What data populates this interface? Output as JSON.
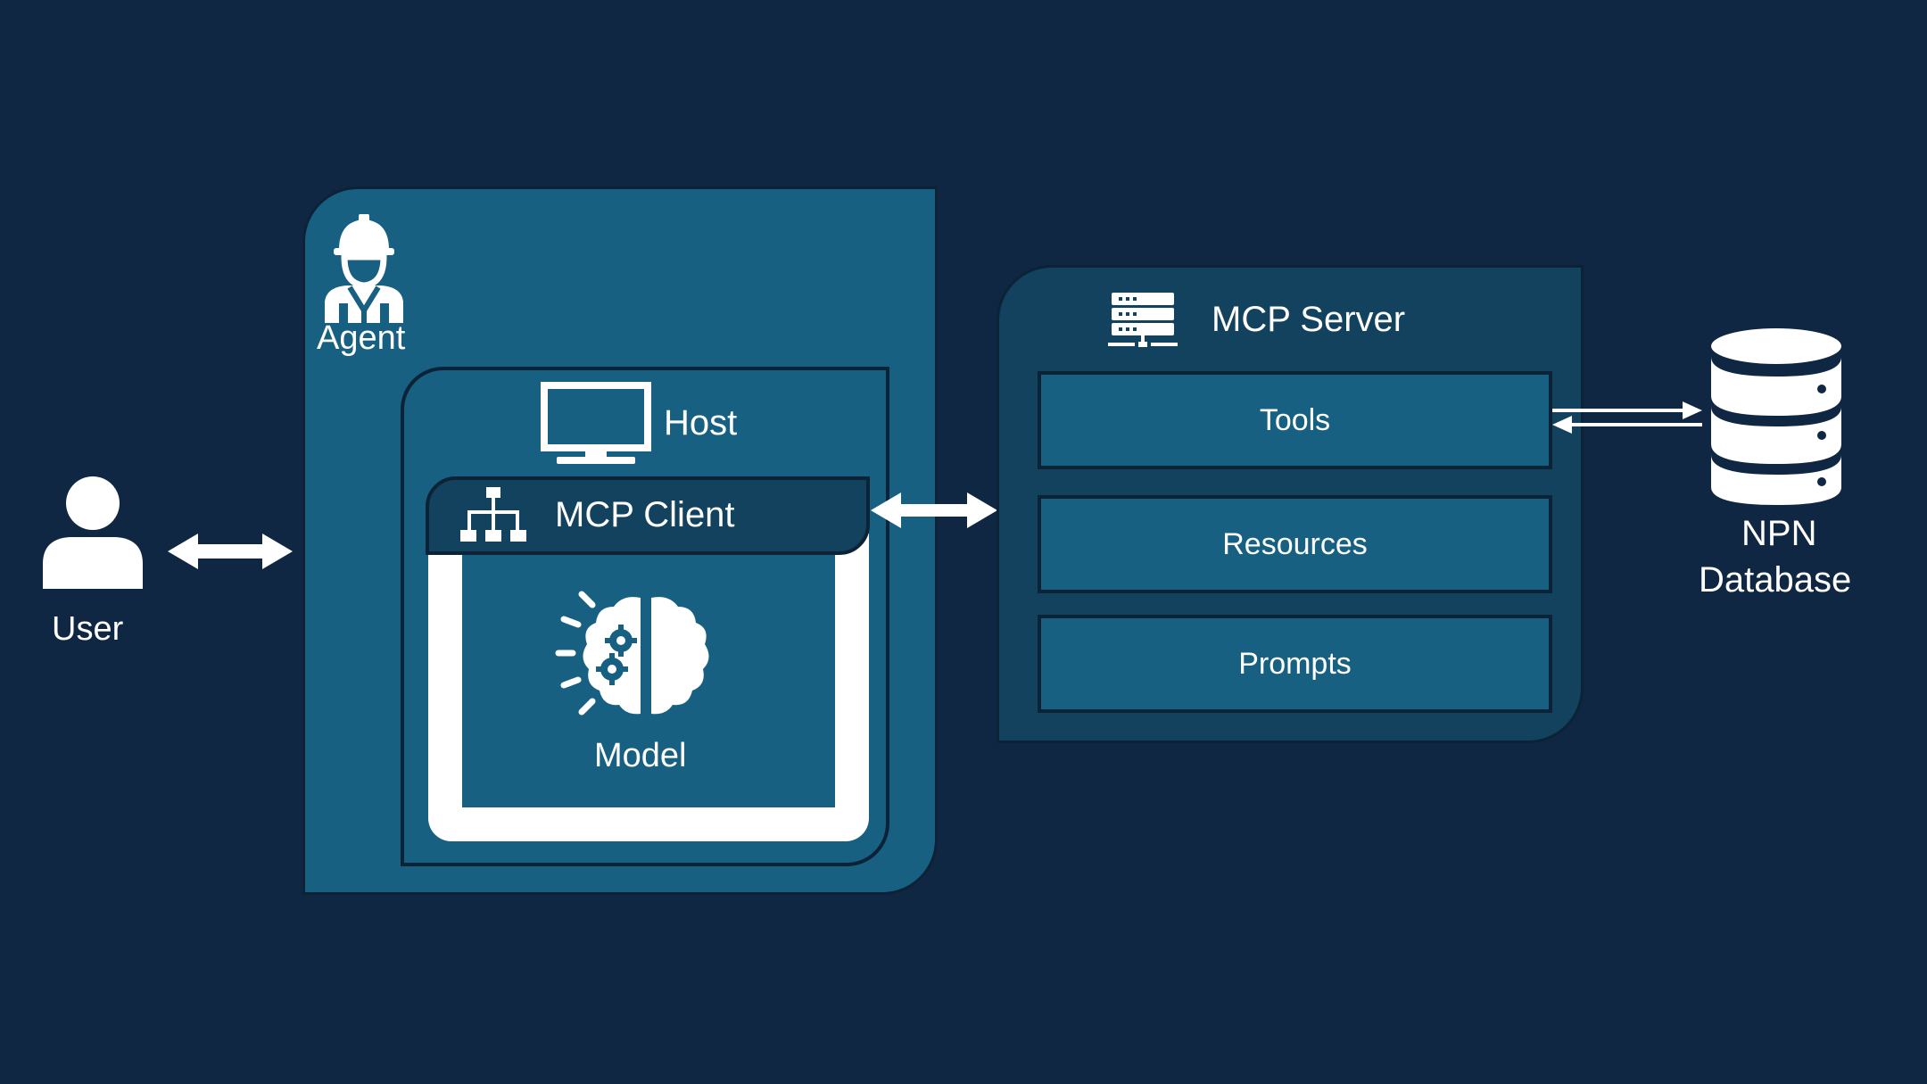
{
  "user": {
    "label": "User"
  },
  "agent": {
    "label": "Agent"
  },
  "host": {
    "label": "Host"
  },
  "mcp_client": {
    "label": "MCP Client"
  },
  "model": {
    "label": "Model"
  },
  "mcp_server": {
    "label": "MCP Server",
    "items": [
      {
        "label": "Tools"
      },
      {
        "label": "Resources"
      },
      {
        "label": "Prompts"
      }
    ]
  },
  "database": {
    "line1": "NPN",
    "line2": "Database"
  },
  "colors": {
    "background": "#0f2742",
    "agent_panel": "#176082",
    "host_panel": "#176082",
    "client_header": "#12425d",
    "server_panel": "#12425d",
    "server_item": "#176082",
    "foreground": "#ffffff"
  },
  "icons": {
    "user": "person-icon",
    "agent": "worker-hardhat-icon",
    "host": "monitor-icon",
    "mcp_client": "network-hierarchy-icon",
    "model": "brain-gears-icon",
    "mcp_server": "server-rack-icon",
    "database": "database-icon"
  }
}
